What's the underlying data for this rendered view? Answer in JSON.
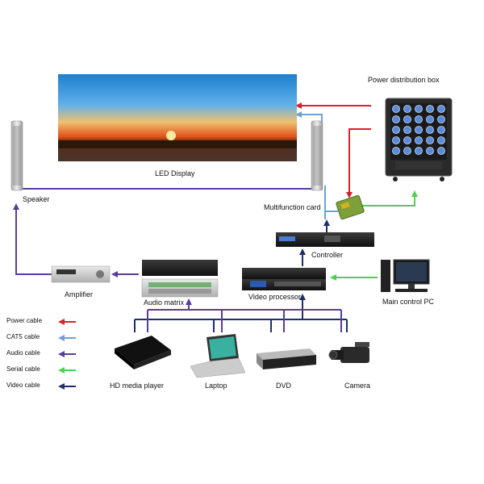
{
  "labels": {
    "power_distribution_box": "Power distribution box",
    "led_display": "LED Display",
    "speaker": "Speaker",
    "multifunction_card": "Multifunction card",
    "controller": "Controller",
    "amplifier": "Amplifier",
    "audio_matrix": "Audio  matrix",
    "video_processor": "Video processor",
    "main_control_pc": "Main control PC",
    "hd_media_player": "HD media player",
    "laptop": "Laptop",
    "dvd": "DVD",
    "camera": "Camera"
  },
  "legend": [
    {
      "label": "Power cable",
      "color": "#d9212a"
    },
    {
      "label": "CAT5 cable",
      "color": "#6fa0d8"
    },
    {
      "label": "Audio cable",
      "color": "#5b3a9e"
    },
    {
      "label": "Serial cable",
      "color": "#4cd24c"
    },
    {
      "label": "Video cable",
      "color": "#1f2f6e"
    }
  ],
  "colors": {
    "power": "#d9212a",
    "cat5": "#6fa0d8",
    "audio": "#5b3a9e",
    "serial": "#4cd24c",
    "video": "#1f2f6e"
  }
}
